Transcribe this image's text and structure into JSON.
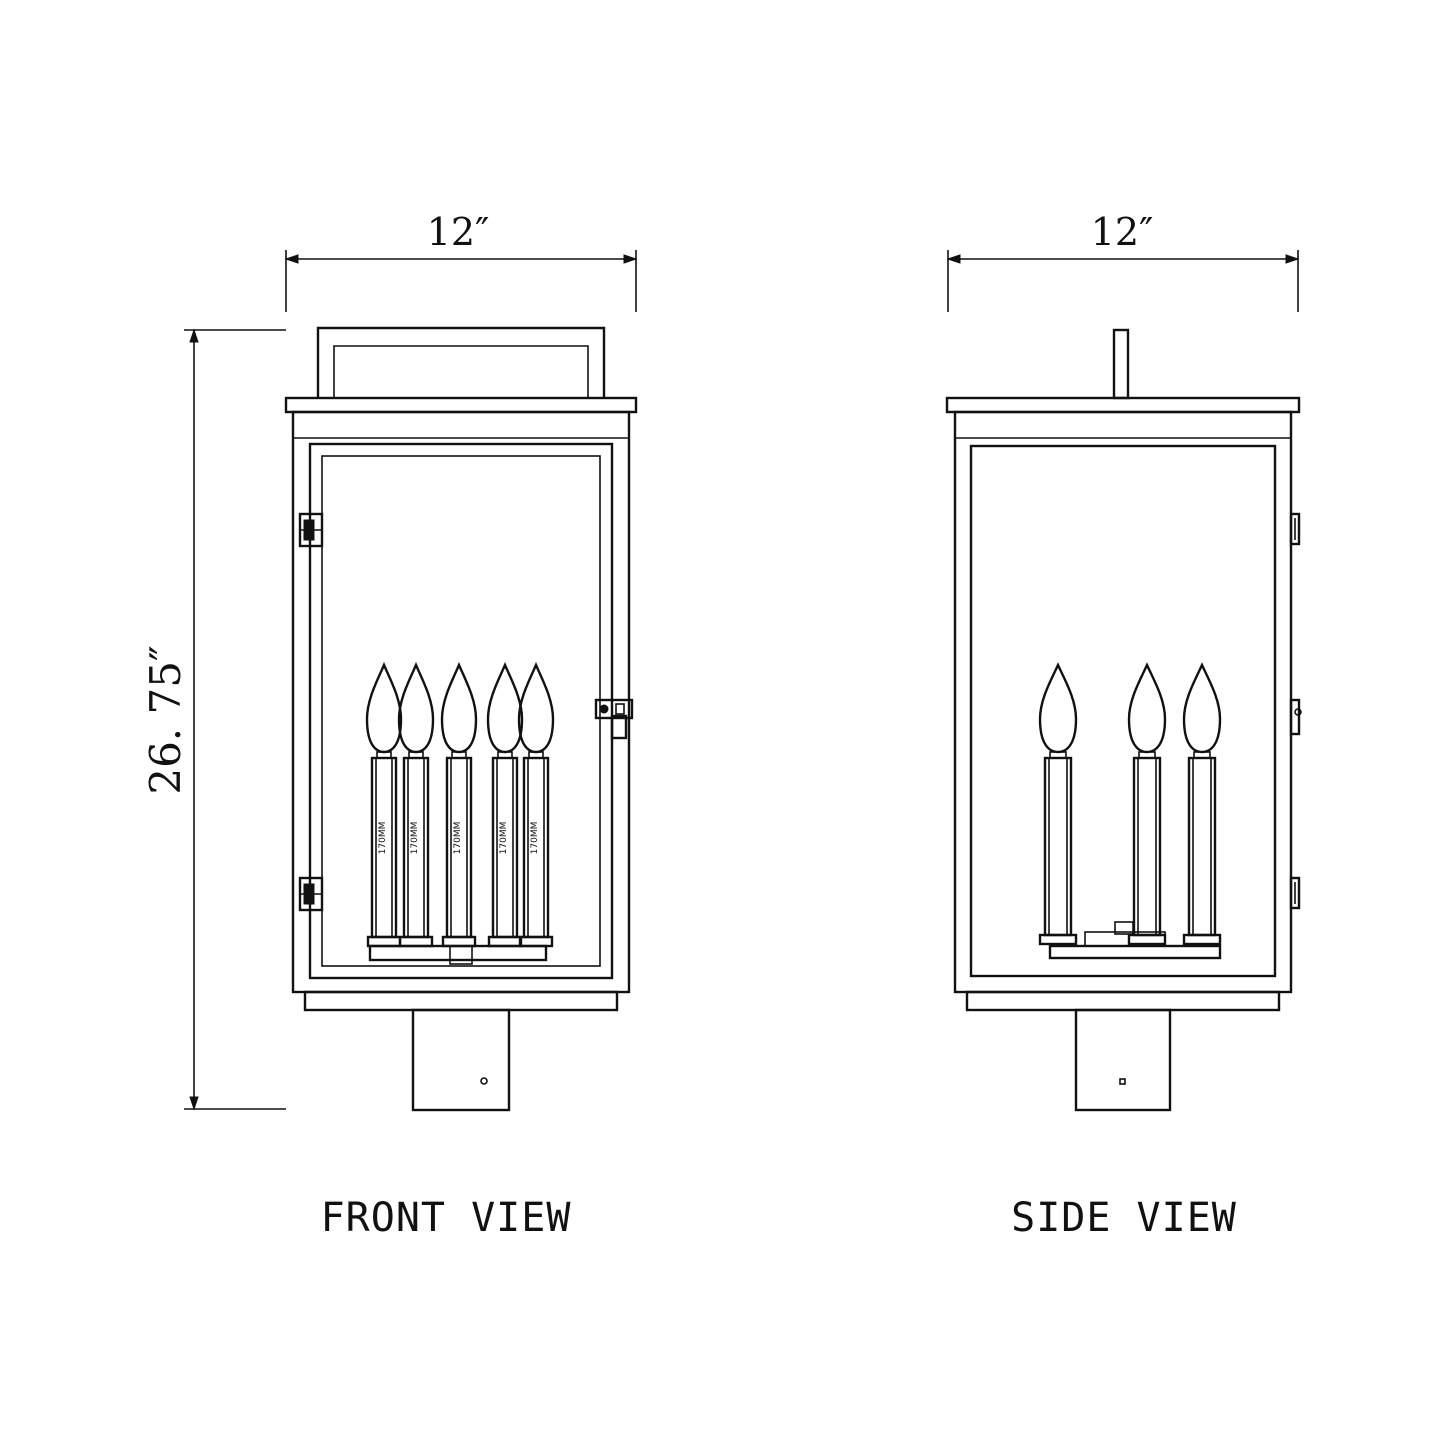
{
  "front_view": {
    "label": "FRONT VIEW",
    "width_dim": "12″",
    "height_dim": "26. 75″",
    "bulb_labels": [
      "170MM",
      "170MM",
      "170MM",
      "170MM",
      "170MM"
    ]
  },
  "side_view": {
    "label": "SIDE VIEW",
    "width_dim": "12″"
  }
}
